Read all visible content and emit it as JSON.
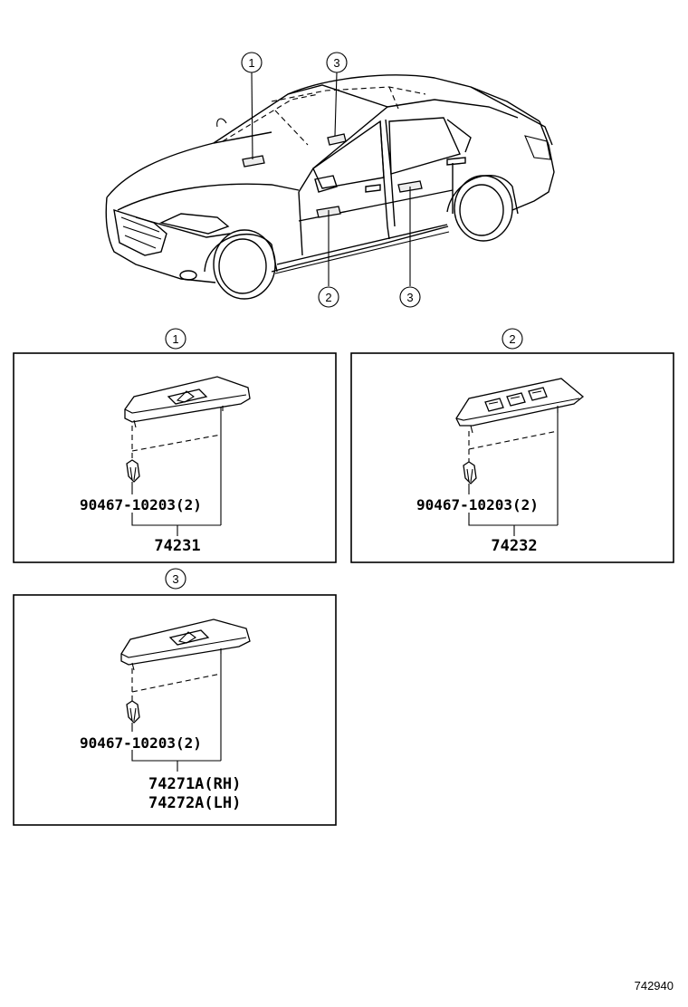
{
  "callouts": {
    "c1": "1",
    "c2": "2",
    "c3": "3"
  },
  "panels": [
    {
      "number": "1",
      "clip_part": "90467-10203(2)",
      "part": "74231"
    },
    {
      "number": "2",
      "clip_part": "90467-10203(2)",
      "part": "74232"
    },
    {
      "number": "3",
      "clip_part": "90467-10203(2)",
      "part_rh": "74271A(RH)",
      "part_lh": "74272A(LH)"
    }
  ],
  "diagram_code": "742940"
}
